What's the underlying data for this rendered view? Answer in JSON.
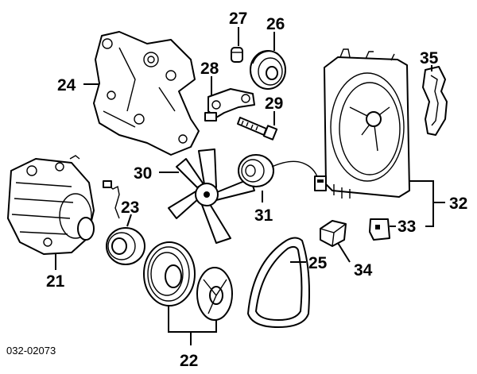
{
  "diagram_code": "032-02073",
  "callouts": [
    "21",
    "22",
    "23",
    "24",
    "25",
    "26",
    "27",
    "28",
    "29",
    "30",
    "31",
    "32",
    "33",
    "34",
    "35"
  ]
}
